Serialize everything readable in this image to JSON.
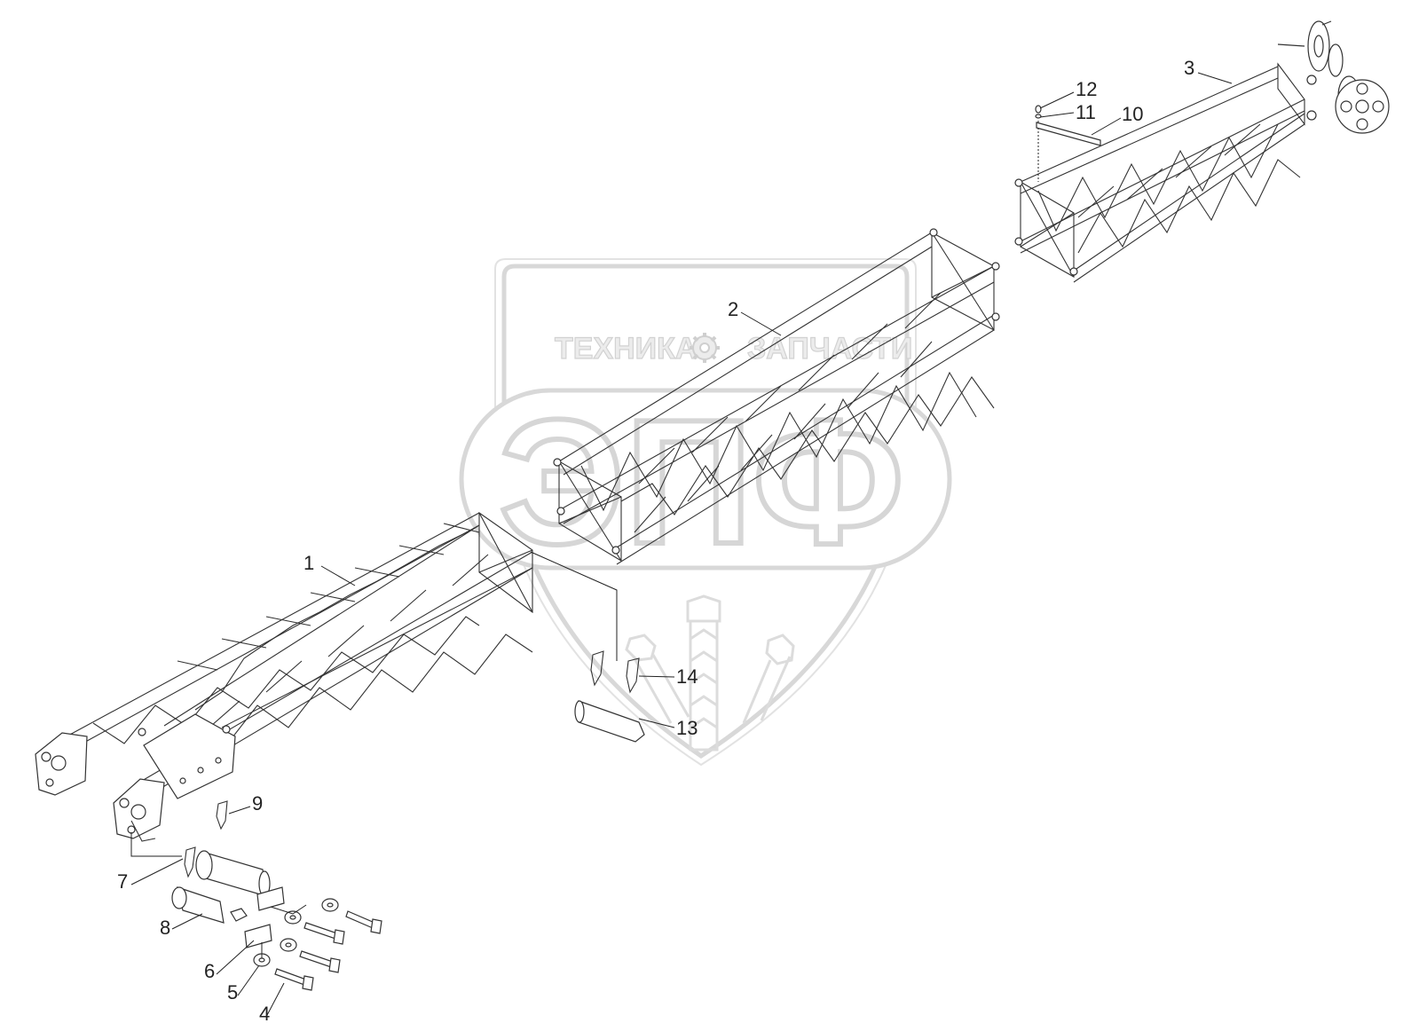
{
  "watermark": {
    "line1_left": "ТЕХНИКА",
    "line1_right": "ЗАПЧАСТИ",
    "logo_letters": "ЭПФ",
    "gear_icon": "gear-icon",
    "shield_color": "#d8d8d8"
  },
  "callouts": [
    {
      "id": "1",
      "label": "1"
    },
    {
      "id": "2",
      "label": "2"
    },
    {
      "id": "3",
      "label": "3"
    },
    {
      "id": "4",
      "label": "4"
    },
    {
      "id": "5",
      "label": "5"
    },
    {
      "id": "6",
      "label": "6"
    },
    {
      "id": "7",
      "label": "7"
    },
    {
      "id": "8",
      "label": "8"
    },
    {
      "id": "9",
      "label": "9"
    },
    {
      "id": "10",
      "label": "10"
    },
    {
      "id": "11",
      "label": "11"
    },
    {
      "id": "12",
      "label": "12"
    },
    {
      "id": "13",
      "label": "13"
    },
    {
      "id": "14",
      "label": "14"
    }
  ]
}
